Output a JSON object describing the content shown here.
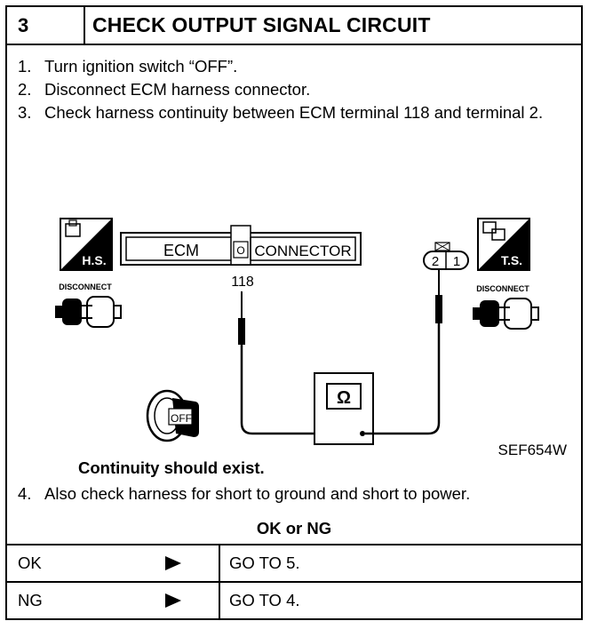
{
  "header": {
    "step_number": "3",
    "title": "CHECK OUTPUT SIGNAL CIRCUIT"
  },
  "steps": [
    {
      "num": "1.",
      "text": "Turn ignition switch “OFF”."
    },
    {
      "num": "2.",
      "text": "Disconnect ECM harness connector."
    },
    {
      "num": "3.",
      "text": "Check harness continuity between ECM terminal 118 and terminal 2."
    }
  ],
  "diagram": {
    "hs_label": "H.S.",
    "ts_label": "T.S.",
    "ecm_label": "ECM",
    "connector_label": "CONNECTOR",
    "terminal_118": "118",
    "pin_2": "2",
    "pin_1": "1",
    "disconnect_left": "DISCONNECT",
    "disconnect_right": "DISCONNECT",
    "ohm_symbol": "Ω",
    "key_label": "OFF",
    "figure_id": "SEF654W"
  },
  "note": "Continuity should exist.",
  "step4": {
    "num": "4.",
    "text": "Also check harness for short to ground and short to power."
  },
  "result_title": "OK or NG",
  "results": [
    {
      "label": "OK",
      "action": "GO TO 5."
    },
    {
      "label": "NG",
      "action": "GO TO 4."
    }
  ]
}
